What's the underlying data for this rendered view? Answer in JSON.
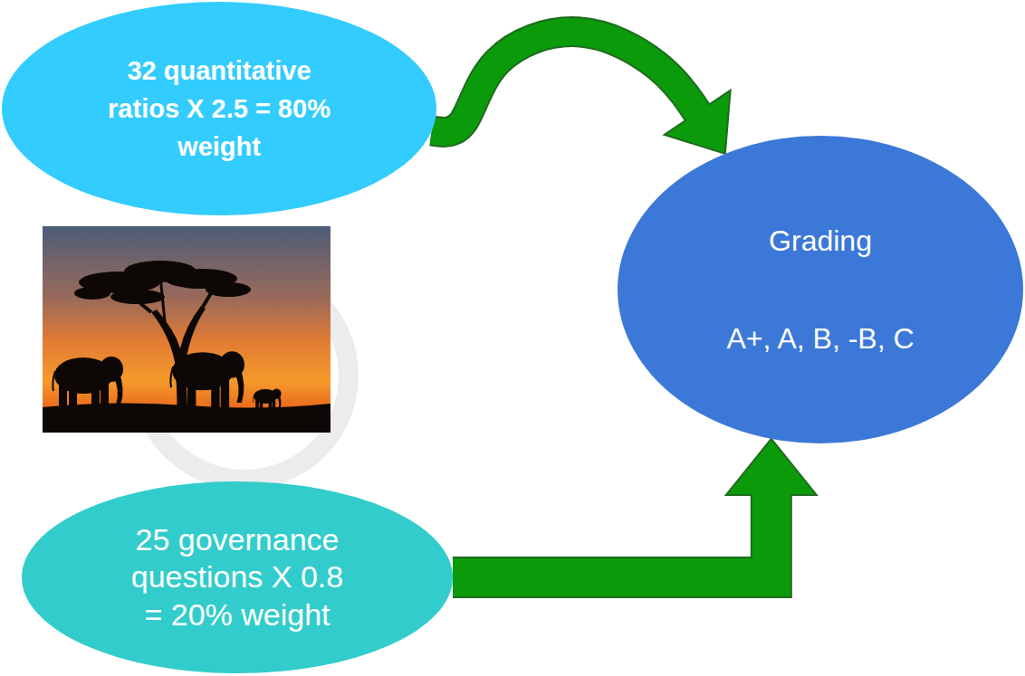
{
  "diagram": {
    "nodes": [
      {
        "text": [
          "32 quantitative ratios X 2.5 = 80% weight"
        ]
      },
      {
        "text": [
          "25 governance questions X 0.8 = 20% weight"
        ]
      },
      {
        "text": [
          "Grading",
          "A+, A, B, -B, C"
        ]
      }
    ],
    "edges": [
      {
        "from": 0,
        "to": 2,
        "arrow": "to"
      },
      {
        "from": 1,
        "to": 2,
        "arrow": "to"
      }
    ]
  }
}
